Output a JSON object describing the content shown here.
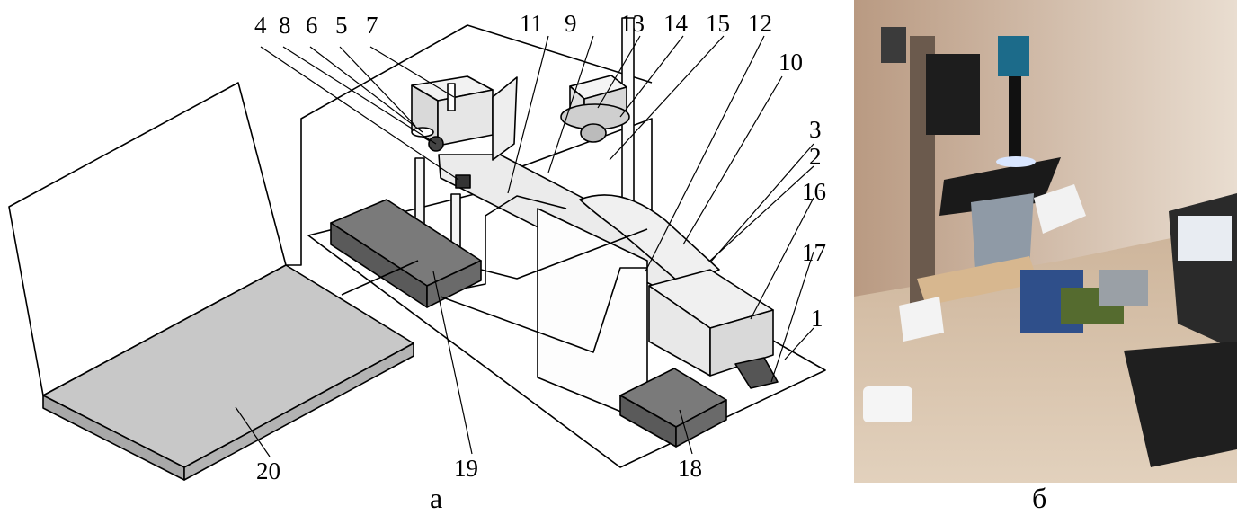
{
  "panel_a": {
    "caption": "а",
    "callouts": [
      "4",
      "8",
      "6",
      "5",
      "7",
      "11",
      "9",
      "13",
      "14",
      "15",
      "12",
      "10",
      "3",
      "2",
      "16",
      "17",
      "1",
      "18",
      "19",
      "20"
    ]
  },
  "panel_b": {
    "caption": "б"
  }
}
